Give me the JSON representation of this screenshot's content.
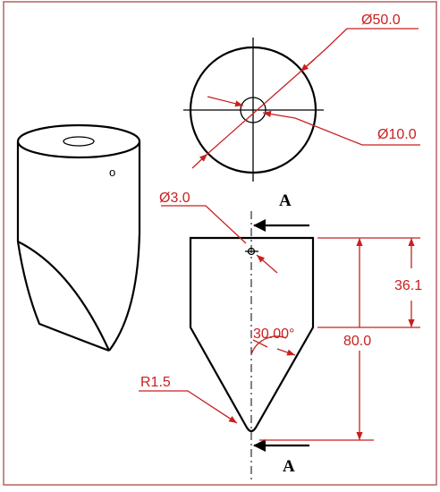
{
  "dimensions": {
    "outer_diameter": "Ø50.0",
    "inner_diameter": "Ø10.0",
    "hole_diameter": "Ø3.0",
    "partial_height": "36.1",
    "total_height": "80.0",
    "tip_angle": "30.00°",
    "tip_radius": "R1.5"
  },
  "section": {
    "top_label": "A",
    "bottom_label": "A"
  },
  "iso_mark": "o",
  "colors": {
    "dimension": "#c82020",
    "outline": "#000000",
    "frame": "#b86060"
  }
}
